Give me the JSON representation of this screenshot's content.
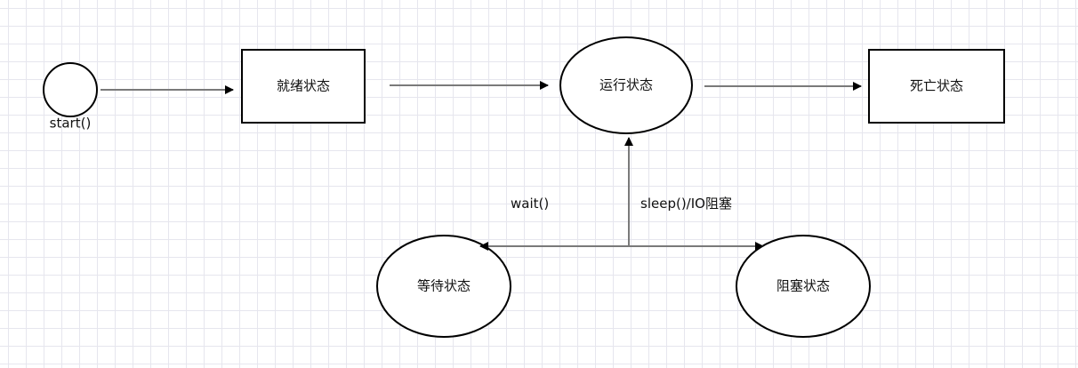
{
  "diagram": {
    "nodes": {
      "start": {
        "label": "start()"
      },
      "ready": {
        "label": "就绪状态"
      },
      "running": {
        "label": "运行状态"
      },
      "dead": {
        "label": "死亡状态"
      },
      "waiting": {
        "label": "等待状态"
      },
      "blocked": {
        "label": "阻塞状态"
      }
    },
    "edges": {
      "wait": {
        "label": "wait()"
      },
      "sleep_io": {
        "label": "sleep()/IO阻塞"
      }
    }
  },
  "colors": {
    "stroke": "#000000",
    "edge": "#7a7a7a",
    "arrowhead": "#000000",
    "grid": "#e6e6ee"
  }
}
